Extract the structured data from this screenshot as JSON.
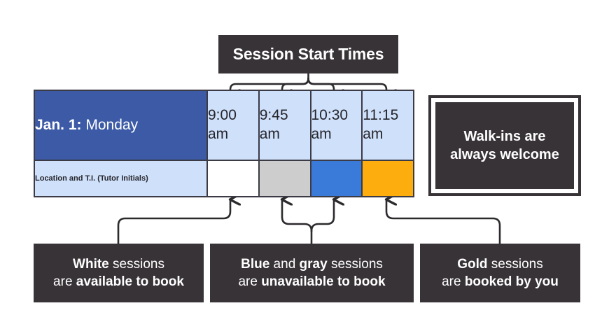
{
  "title_box": {
    "label": "Session Start Times"
  },
  "schedule": {
    "date_cell": {
      "date": "Jan. 1:",
      "day": "Monday"
    },
    "location_row_label": "Location and T.I. (Tutor Initials)",
    "slots": [
      {
        "time": "9:00",
        "meridiem": "am",
        "status": "white"
      },
      {
        "time": "9:45",
        "meridiem": "am",
        "status": "gray"
      },
      {
        "time": "10:30",
        "meridiem": "am",
        "status": "blue"
      },
      {
        "time": "11:15",
        "meridiem": "am",
        "status": "gold"
      }
    ]
  },
  "walkins": {
    "line1": "Walk-ins are",
    "line2": "always welcome"
  },
  "legend": [
    {
      "key": "white",
      "line1_bold": "White",
      "line1_rest": " sessions",
      "line2_pre": "are ",
      "line2_bold": "available to book"
    },
    {
      "key": "blue-gray",
      "line1_bold": "Blue",
      "line1_mid": " and ",
      "line1_bold2": "gray",
      "line1_rest": " sessions",
      "line2_pre": "are ",
      "line2_bold": "unavailable to book"
    },
    {
      "key": "gold",
      "line1_bold": "Gold",
      "line1_rest": " sessions",
      "line2_pre": "are ",
      "line2_bold": "booked by you"
    }
  ],
  "colors": {
    "dark": "#383337",
    "header_blue": "#3c5aa6",
    "light_blue": "#cfe0fa",
    "session_white": "#ffffff",
    "session_gray": "#cdcdcd",
    "session_blue": "#3a7ad9",
    "session_gold": "#fdad0d",
    "border": "#3b3b45"
  }
}
